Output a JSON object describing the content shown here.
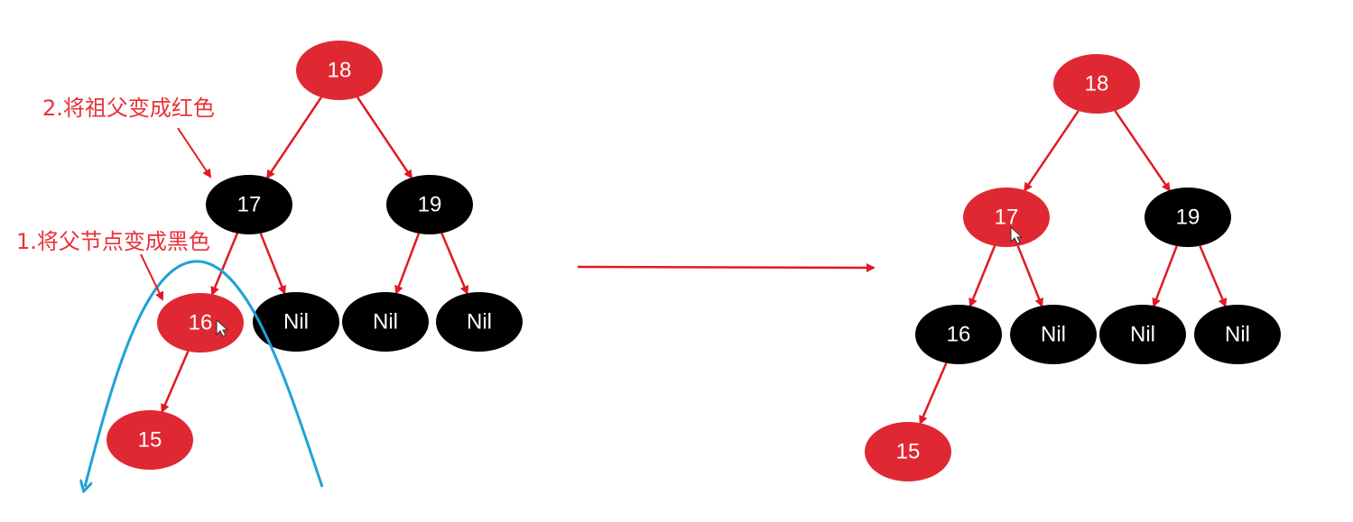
{
  "colors": {
    "red_node": "#e02833",
    "black_node": "#000000",
    "edge": "#e01a22",
    "curve": "#1ea3d6",
    "annotation": "#e8323a"
  },
  "annotations": {
    "step1": "1.将父节点变成黑色",
    "step2": "2.将祖父变成红色"
  },
  "before": {
    "nodes": [
      {
        "id": "b18",
        "label": "18",
        "color": "red"
      },
      {
        "id": "b17",
        "label": "17",
        "color": "black"
      },
      {
        "id": "b19",
        "label": "19",
        "color": "black"
      },
      {
        "id": "b16",
        "label": "16",
        "color": "red"
      },
      {
        "id": "bnil1",
        "label": "Nil",
        "color": "black"
      },
      {
        "id": "bnil2",
        "label": "Nil",
        "color": "black"
      },
      {
        "id": "bnil3",
        "label": "Nil",
        "color": "black"
      },
      {
        "id": "b15",
        "label": "15",
        "color": "red"
      }
    ],
    "edges": [
      [
        "b18",
        "b17"
      ],
      [
        "b18",
        "b19"
      ],
      [
        "b17",
        "b16"
      ],
      [
        "b17",
        "bnil1"
      ],
      [
        "b19",
        "bnil2"
      ],
      [
        "b19",
        "bnil3"
      ],
      [
        "b16",
        "b15"
      ]
    ]
  },
  "after": {
    "nodes": [
      {
        "id": "a18",
        "label": "18",
        "color": "red"
      },
      {
        "id": "a17",
        "label": "17",
        "color": "red"
      },
      {
        "id": "a19",
        "label": "19",
        "color": "black"
      },
      {
        "id": "a16",
        "label": "16",
        "color": "black"
      },
      {
        "id": "anil1",
        "label": "Nil",
        "color": "black"
      },
      {
        "id": "anil2",
        "label": "Nil",
        "color": "black"
      },
      {
        "id": "anil3",
        "label": "Nil",
        "color": "black"
      },
      {
        "id": "a15",
        "label": "15",
        "color": "red"
      }
    ],
    "edges": [
      [
        "a18",
        "a17"
      ],
      [
        "a18",
        "a19"
      ],
      [
        "a17",
        "a16"
      ],
      [
        "a17",
        "anil1"
      ],
      [
        "a19",
        "anil2"
      ],
      [
        "a19",
        "anil3"
      ],
      [
        "a16",
        "a15"
      ]
    ]
  }
}
